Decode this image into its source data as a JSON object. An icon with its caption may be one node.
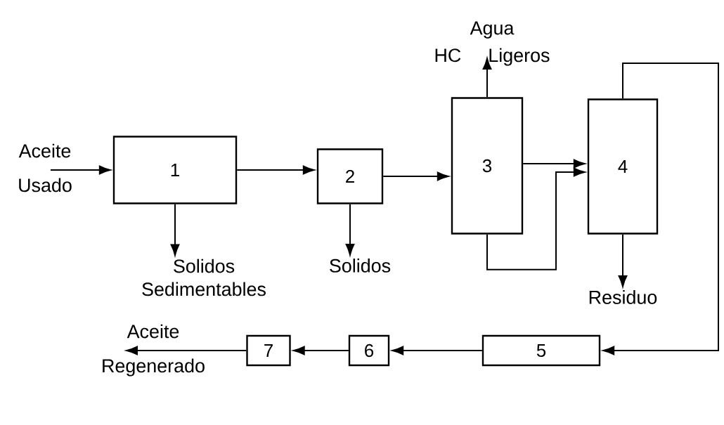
{
  "diagram": {
    "nodes": [
      {
        "text": [
          "Aceite",
          "Usado"
        ]
      },
      {
        "text": [
          "1"
        ]
      },
      {
        "text": [
          "2"
        ]
      },
      {
        "text": [
          "3"
        ]
      },
      {
        "text": [
          "4"
        ]
      },
      {
        "text": [
          "5"
        ]
      },
      {
        "text": [
          "6"
        ]
      },
      {
        "text": [
          "7"
        ]
      },
      {
        "text": [
          "Solidos Sedimentables"
        ]
      },
      {
        "text": [
          "Solidos"
        ]
      },
      {
        "text": [
          "Agua",
          "HC",
          "Ligeros"
        ]
      },
      {
        "text": [
          "Residuo"
        ]
      },
      {
        "text": [
          "Aceite",
          "Regenerado"
        ]
      }
    ],
    "edges": [
      {
        "from": 0,
        "to": 1,
        "arrow": "to"
      },
      {
        "from": 1,
        "to": 8,
        "arrow": "to"
      },
      {
        "from": 1,
        "to": 2,
        "arrow": "to"
      },
      {
        "from": 2,
        "to": 9,
        "arrow": "to"
      },
      {
        "from": 2,
        "to": 3,
        "arrow": "to"
      },
      {
        "from": 3,
        "to": 10,
        "arrow": "to"
      },
      {
        "from": 3,
        "to": 4,
        "arrow": "to"
      },
      {
        "from": 3,
        "to": 4,
        "arrow": "to"
      },
      {
        "from": 4,
        "to": 11,
        "arrow": "to"
      },
      {
        "from": 4,
        "to": 5,
        "arrow": "to"
      },
      {
        "from": 5,
        "to": 6,
        "arrow": "to"
      },
      {
        "from": 6,
        "to": 7,
        "arrow": "to"
      },
      {
        "from": 7,
        "to": 12,
        "arrow": "to"
      }
    ]
  }
}
